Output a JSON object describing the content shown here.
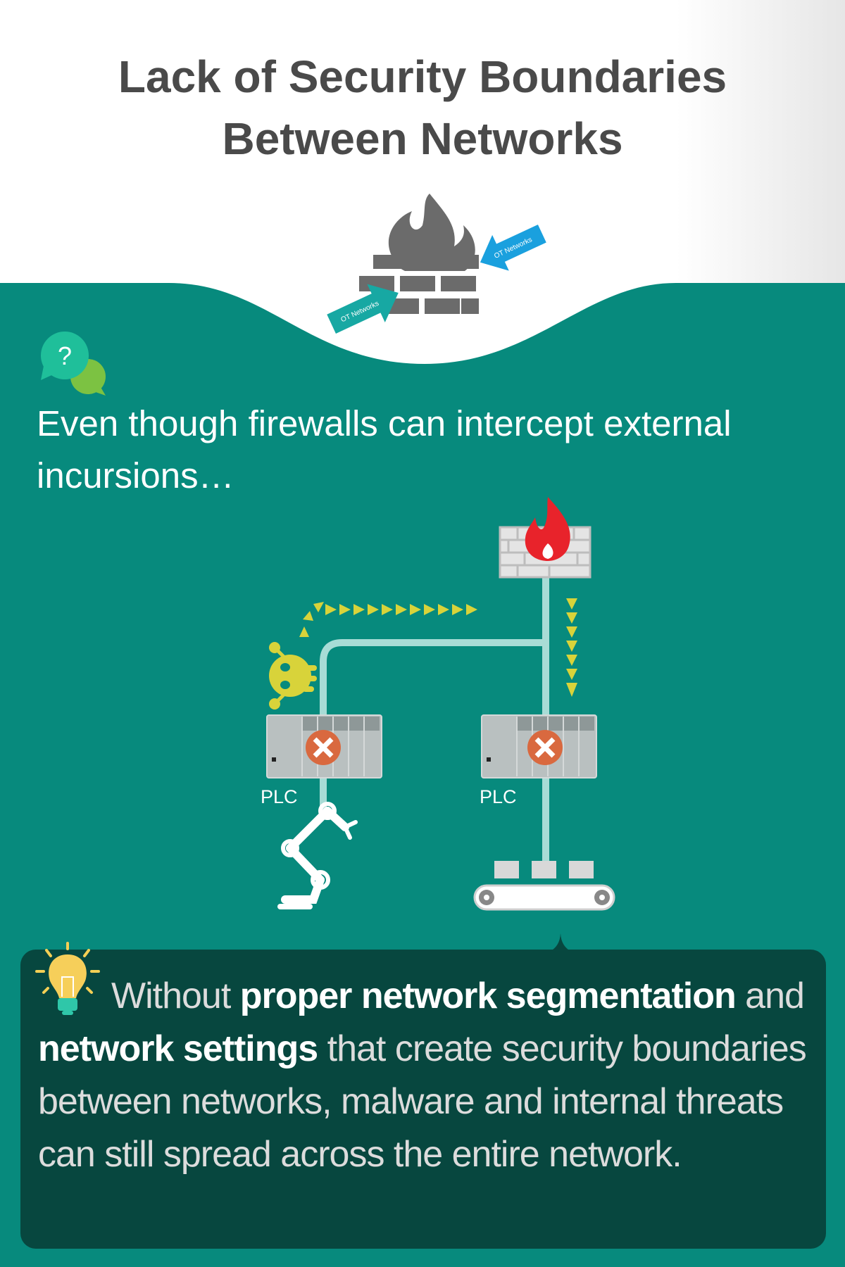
{
  "title": {
    "line1": "Lack of Security Boundaries",
    "line2": "Between Networks"
  },
  "header_graphic": {
    "icon": "firewall-icon",
    "arrow_left_label": "OT Networks",
    "arrow_right_label": "OT Networks"
  },
  "intro": {
    "icon": "question-chat-icon",
    "question_mark": "?",
    "text": "Even though firewalls can intercept external incursions…"
  },
  "diagram": {
    "plc_left_label": "PLC",
    "plc_right_label": "PLC",
    "icons": [
      "firewall-icon",
      "malware-skull-icon",
      "robot-arm-icon",
      "conveyor-icon",
      "blocked-x-icon"
    ]
  },
  "note": {
    "icon": "lightbulb-icon",
    "parts": [
      {
        "text": "Without ",
        "bold": false
      },
      {
        "text": "proper network segmentation",
        "bold": true
      },
      {
        "text": " and ",
        "bold": false
      },
      {
        "text": "network settings",
        "bold": true
      },
      {
        "text": " that create security boundaries between networks, malware and internal threats can still spread across the entire network.",
        "bold": false
      }
    ]
  },
  "colors": {
    "teal": "#078a7d",
    "dark_panel": "#07473f",
    "title": "#4a4a4a",
    "arrow_yellow": "#d8d33a",
    "flame_red": "#e8232b",
    "x_orange": "#d9693f",
    "arrow_teal": "#17a8a3",
    "arrow_blue": "#1aa0de"
  }
}
